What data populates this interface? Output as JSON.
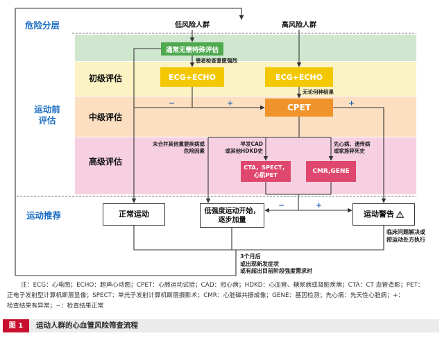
{
  "stages": {
    "risk_stratification": "危险分层",
    "pre_exercise": [
      "运动前",
      "评估"
    ],
    "recommendation": "运动推荐"
  },
  "levels": {
    "primary": "初级评估",
    "intermediate": "中级评估",
    "advanced": "高级评估"
  },
  "groups": {
    "low_risk": "低风险人群",
    "high_risk": "高风险人群"
  },
  "nodes": {
    "no_special_eval": "通常无需特殊评估",
    "ecg_echo_low": "ECG+ECHO",
    "ecg_echo_high": "ECG+ECHO",
    "cpet": "CPET",
    "imaging": [
      "CTA，SPECT，",
      "心肌PET"
    ],
    "cmr_gene": "CMR,GENE",
    "normal_exercise": "正常运动",
    "low_intensity": [
      "低强度运动开始，",
      "逐步加量"
    ],
    "exercise_warning": "运动警告"
  },
  "edge_labels": {
    "patient_wish": "患者检查意愿强烈",
    "any_result": "无论何种结果",
    "ecg_negative": "−",
    "ecg_positive": "+",
    "cpet_positive": "+",
    "no_other_disease": [
      "未合并其他重要疾病或",
      "危险因素"
    ],
    "early_cad": [
      "早发CAD",
      "或其他HDKD史"
    ],
    "congenital": [
      "先心病、遗传病",
      "或家族猝死史"
    ],
    "advanced_negative": "−",
    "advanced_positive": "+",
    "clinical_resolved": [
      "临床问题解决或",
      "按运动处方执行"
    ],
    "reassess": [
      "3个月后",
      "或出现新发症状",
      "或有超出目前阶段强度需求时"
    ]
  },
  "notes": [
    "注：ECG：心电图；ECHO：超声心动图；CPET：心肺运动试验；CAD：冠心病；HDKD：心血管、糖尿病或肾脏疾病；CTA：CT 血管造影；PET：",
    "正电子发射型计算机断层显像；SPECT：单光子发射计算机断层摄影术；CMR：心脏磁共振成像；GENE：基因检测；先心病：先天性心脏病；+：",
    "检查结果有异常；−：检查结果正常"
  ],
  "figure": {
    "label": "图 1",
    "caption": "运动人群的心血管风险筛查流程"
  },
  "icons": {
    "warning": "warning-icon"
  },
  "colors": {
    "stage_label": "#1b6ec2",
    "band_risk": "#cfe7cf",
    "band_primary": "#fbf3c3",
    "band_intermediate": "#fcdfc1",
    "band_advanced": "#f6d0e1",
    "node_green": "#4ea94f",
    "node_yellow": "#f4c800",
    "node_orange": "#f0932b",
    "node_red": "#e0476e",
    "sign": "#1b5fb0",
    "line": "#333333",
    "caption_tag": "#c8102e",
    "caption_bar": "#ebebeb"
  }
}
